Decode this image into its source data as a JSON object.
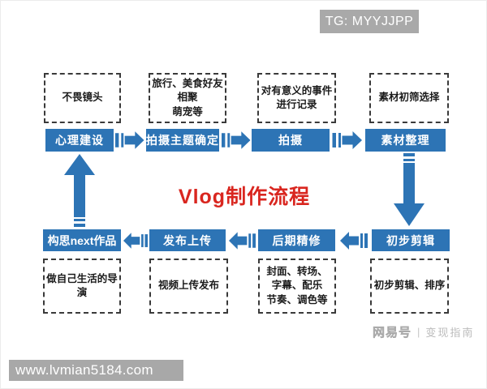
{
  "colors": {
    "accent_blue": "#2d74b5",
    "title_red": "#d9261f",
    "badge_gray": "#a9a9a9",
    "url_gray": "#a8a8a8",
    "watermark_gray": "#b5b5b5"
  },
  "tg_badge": {
    "label": "TG: MYYJJPP"
  },
  "title": "Vlog制作流程",
  "flow": {
    "top_notes": [
      "不畏镜头",
      "旅行、美食好友\n相聚\n萌宠等",
      "对有意义的事件\n进行记录",
      "素材初筛选择"
    ],
    "stage_row": [
      "心理建设",
      "拍摄主题确定",
      "拍摄",
      "素材整理"
    ],
    "return_row": [
      "构思next作品",
      "发布上传",
      "后期精修",
      "初步剪辑"
    ],
    "bottom_notes": [
      "做自己生活的导演",
      "视频上传发布",
      "封面、转场、\n字幕、配乐\n节奏、调色等",
      "初步剪辑、排序"
    ]
  },
  "watermark": {
    "brand": "网易号",
    "divider": "|",
    "name": "变现指南"
  },
  "site_url": "www.lvmian5184.com"
}
